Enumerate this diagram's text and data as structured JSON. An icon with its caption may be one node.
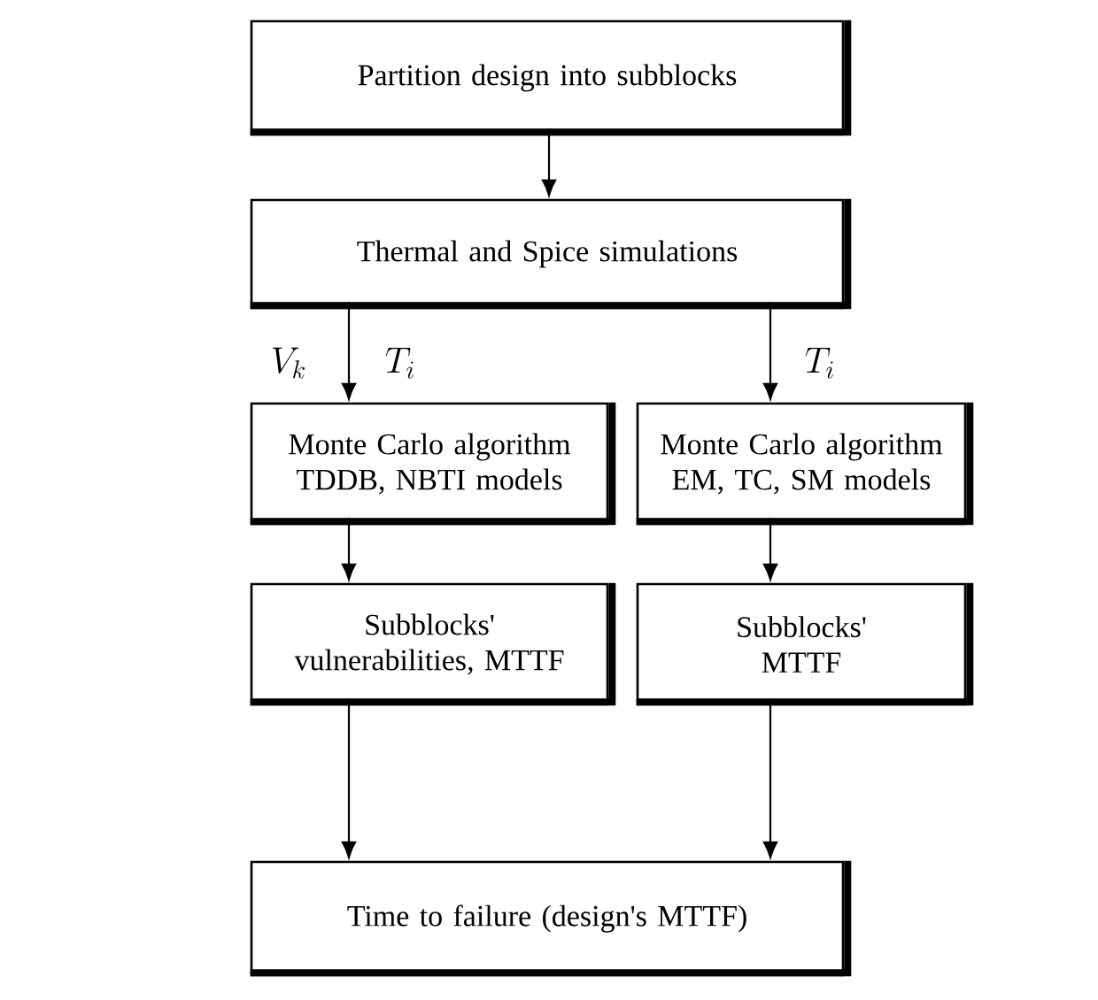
{
  "diagram": {
    "nodes": [
      {
        "text": [
          "Partition design into subblocks"
        ]
      },
      {
        "text": [
          "Thermal and Spice simulations"
        ]
      },
      {
        "text": [
          "Monte Carlo algorithm TDDB, NBTI models"
        ]
      },
      {
        "text": [
          "Monte Carlo algorithm EM, TC, SM models"
        ]
      },
      {
        "text": [
          "Subblocks' vulnerabilities, MTTF"
        ]
      },
      {
        "text": [
          "Subblocks' MTTF"
        ]
      },
      {
        "text": [
          "Time to failure (design's MTTF)"
        ]
      }
    ],
    "edges": [
      {
        "from": 0,
        "to": 1,
        "arrow": "to"
      },
      {
        "from": 1,
        "to": 2,
        "arrow": "to"
      },
      {
        "from": 1,
        "to": 3,
        "arrow": "to"
      },
      {
        "from": 2,
        "to": 4,
        "arrow": "to"
      },
      {
        "from": 3,
        "to": 5,
        "arrow": "to"
      },
      {
        "from": 4,
        "to": 6,
        "arrow": "to"
      },
      {
        "from": 5,
        "to": 6,
        "arrow": "to"
      }
    ],
    "labels": [
      "V_{k}",
      "T_{i}",
      "T_{i}"
    ]
  }
}
